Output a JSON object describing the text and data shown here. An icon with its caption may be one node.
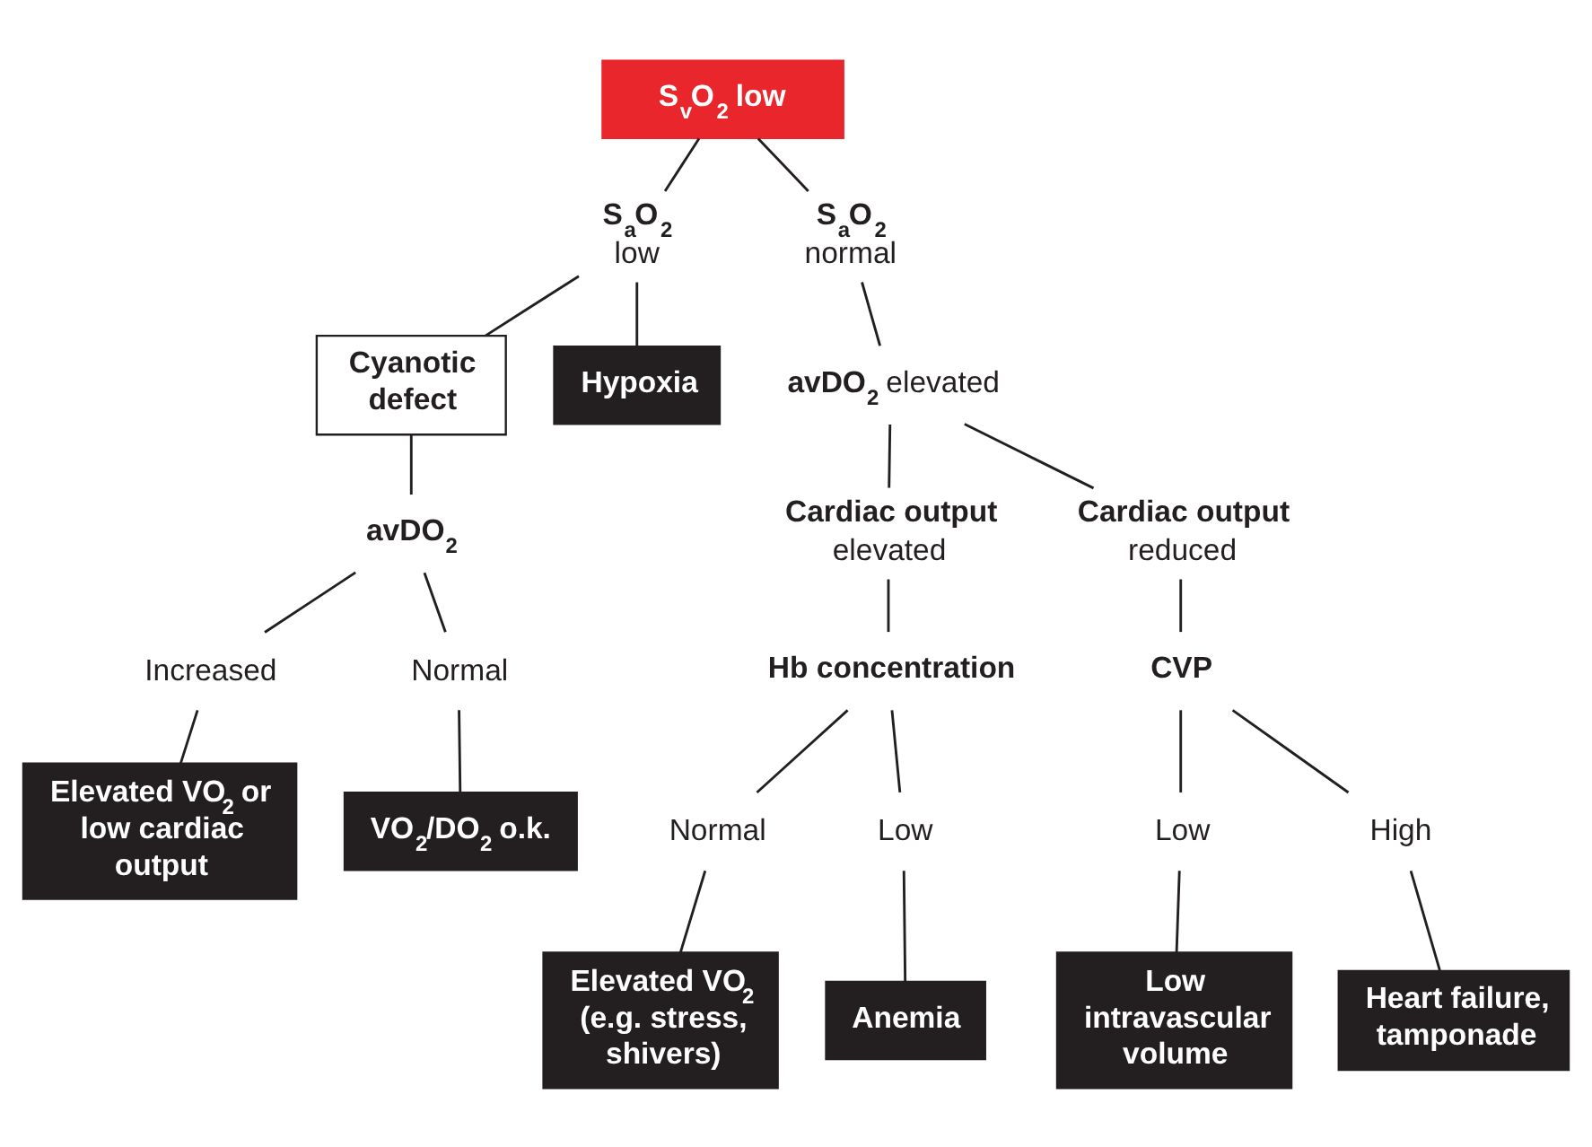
{
  "diagram": {
    "nodes": [
      {
        "text": [
          "S$_{v}$O$_{2}$ low"
        ]
      },
      {
        "text": [
          "S$_{a}$O$_{2}$",
          "low"
        ]
      },
      {
        "text": [
          "Cyanotic defect"
        ]
      },
      {
        "text": [
          "Hypoxia"
        ]
      },
      {
        "text": [
          "avDO$_{2}$"
        ]
      },
      {
        "text": [
          "Increased"
        ]
      },
      {
        "text": [
          "Normal"
        ]
      },
      {
        "text": [
          "Elevated VO$_{2}$ or low cardiac output"
        ]
      },
      {
        "text": [
          "VO$_{2}$/DO$_{2}$ o.k."
        ]
      },
      {
        "text": [
          "S$_{a}$O$_{2}$",
          "normal"
        ]
      },
      {
        "text": [
          "**avDO$_{2}$** elevated"
        ]
      },
      {
        "text": [
          "Cardiac output",
          "elevated"
        ]
      },
      {
        "text": [
          "Cardiac output",
          "reduced"
        ]
      },
      {
        "text": [
          "Hb concentration"
        ]
      },
      {
        "text": [
          "Normal"
        ]
      },
      {
        "text": [
          "Low"
        ]
      },
      {
        "text": [
          "Elevated VO$_{2}$ (e.g. stress, shivers)"
        ]
      },
      {
        "text": [
          "Anemia"
        ]
      },
      {
        "text": [
          "CVP"
        ]
      },
      {
        "text": [
          "Low"
        ]
      },
      {
        "text": [
          "High"
        ]
      },
      {
        "text": [
          "Low intravascular volume"
        ]
      },
      {
        "text": [
          "Heart failure, tamponade"
        ]
      }
    ],
    "edges": [
      {
        "from": 0,
        "to": 1,
        "arrow": "none"
      },
      {
        "from": 0,
        "to": 9,
        "arrow": "none"
      },
      {
        "from": 1,
        "to": 2,
        "arrow": "none"
      },
      {
        "from": 1,
        "to": 3,
        "arrow": "none"
      },
      {
        "from": 2,
        "to": 4,
        "arrow": "none"
      },
      {
        "from": 4,
        "to": 5,
        "arrow": "none"
      },
      {
        "from": 4,
        "to": 6,
        "arrow": "none"
      },
      {
        "from": 5,
        "to": 7,
        "arrow": "none"
      },
      {
        "from": 6,
        "to": 8,
        "arrow": "none"
      },
      {
        "from": 9,
        "to": 10,
        "arrow": "none"
      },
      {
        "from": 10,
        "to": 11,
        "arrow": "none"
      },
      {
        "from": 10,
        "to": 12,
        "arrow": "none"
      },
      {
        "from": 11,
        "to": 13,
        "arrow": "none"
      },
      {
        "from": 13,
        "to": 14,
        "arrow": "none"
      },
      {
        "from": 13,
        "to": 15,
        "arrow": "none"
      },
      {
        "from": 14,
        "to": 16,
        "arrow": "none"
      },
      {
        "from": 15,
        "to": 17,
        "arrow": "none"
      },
      {
        "from": 12,
        "to": 18,
        "arrow": "none"
      },
      {
        "from": 18,
        "to": 19,
        "arrow": "none"
      },
      {
        "from": 18,
        "to": 20,
        "arrow": "none"
      },
      {
        "from": 19,
        "to": 21,
        "arrow": "none"
      },
      {
        "from": 20,
        "to": 22,
        "arrow": "none"
      }
    ]
  }
}
